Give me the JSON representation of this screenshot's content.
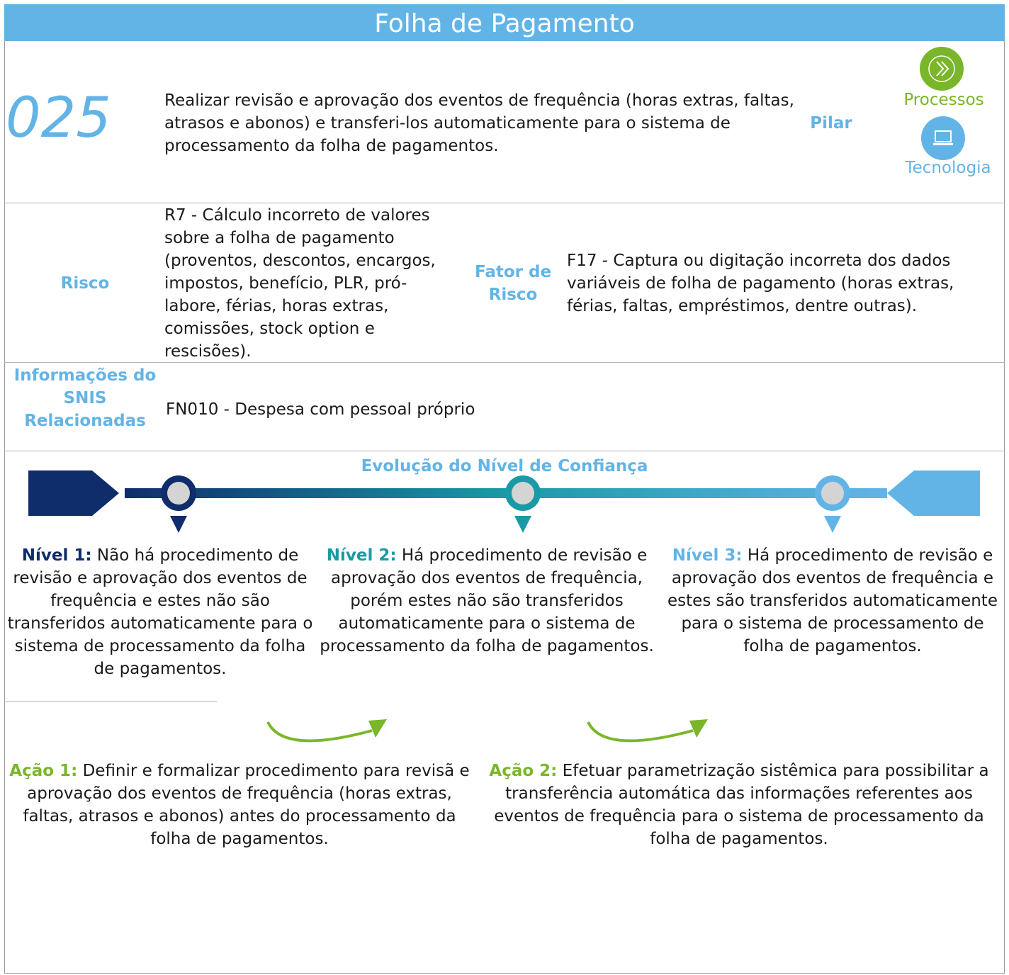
{
  "header": {
    "title": "Folha de Pagamento"
  },
  "control": {
    "number": "025",
    "description": "Realizar revisão e aprovação dos eventos de frequência (horas extras, faltas, atrasos e abonos) e transferi-los automaticamente para o sistema de processamento da folha de pagamentos.",
    "pilar_label": "Pilar",
    "pilares": [
      {
        "name": "Processos",
        "icon": "double-chevron-right-icon",
        "color": "#7ab62a"
      },
      {
        "name": "Tecnologia",
        "icon": "laptop-icon",
        "color": "#63b4e6"
      }
    ]
  },
  "risk": {
    "label": "Risco",
    "text": "R7 - Cálculo incorreto de valores sobre a folha de pagamento (proventos, descontos, encargos, impostos, benefício, PLR, pró-labore, férias, horas extras, comissões, stock option e rescisões).",
    "factor_label": "Fator de Risco",
    "factor_text": "F17 - Captura ou digitação incorreta dos dados variáveis de folha de pagamento (horas extras, férias, faltas, empréstimos, dentre outras)."
  },
  "snis": {
    "label": "Informações do SNIS Relacionadas",
    "text": "FN010 - Despesa com pessoal próprio"
  },
  "evolution": {
    "title": "Evolução do Nível de Confiança",
    "colors": {
      "level1": "#0f2d6b",
      "level2": "#1a9aa6",
      "level3": "#63b4e6"
    },
    "levels": [
      {
        "label": "Nível 1:",
        "text": "Não há procedimento de revisão e aprovação dos eventos de frequência e estes não são transferidos automaticamente para o sistema de processamento da folha de pagamentos."
      },
      {
        "label": "Nível 2:",
        "text": "Há procedimento de revisão e aprovação dos eventos de frequência, porém estes não são transferidos automaticamente para o sistema de processamento da folha de pagamentos."
      },
      {
        "label": "Nível 3:",
        "text": "Há procedimento de revisão e aprovação dos eventos de frequência e estes são transferidos automaticamente para o sistema de processamento de folha de pagamentos."
      }
    ]
  },
  "actions": [
    {
      "label": "Ação 1:",
      "text": "Definir e formalizar procedimento para revisã e aprovação dos eventos de frequência (horas extras, faltas, atrasos e abonos) antes do processamento da folha de pagamentos."
    },
    {
      "label": "Ação 2:",
      "text": "Efetuar parametrização sistêmica para possibilitar a transferência automática das informações referentes aos eventos de frequência para o sistema de processamento da folha de pagamentos."
    }
  ],
  "accent_green": "#7ab62a"
}
